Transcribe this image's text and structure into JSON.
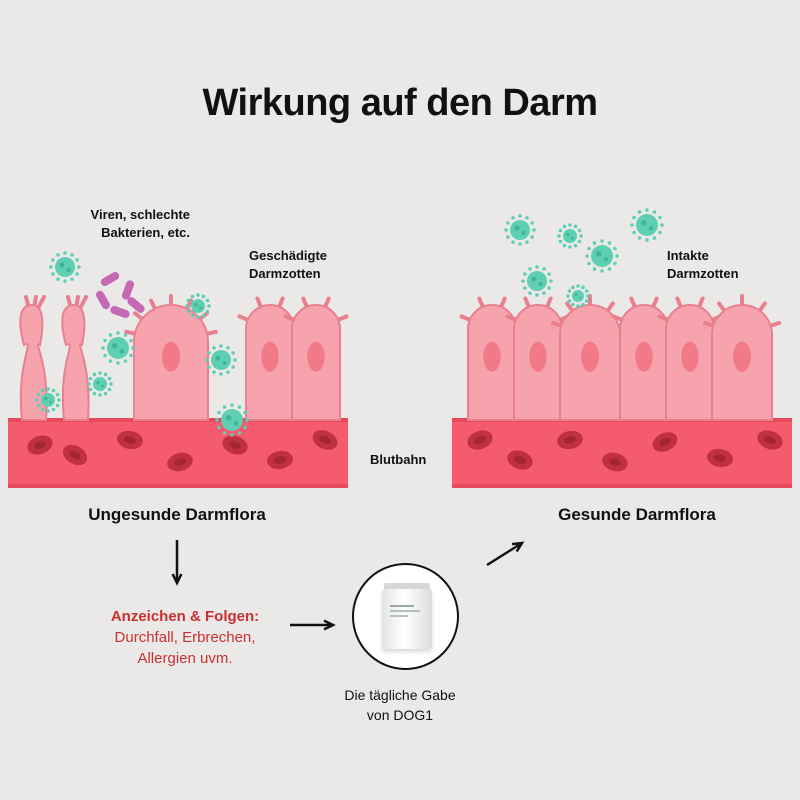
{
  "title": "Wirkung auf den Darm",
  "labels": {
    "pathogens": [
      "Viren, schlechte",
      "Bakterien, etc."
    ],
    "damaged_villi": [
      "Geschädigte",
      "Darmzotten"
    ],
    "intact_villi": [
      "Intakte",
      "Darmzotten"
    ],
    "bloodstream": "Blutbahn"
  },
  "captions": {
    "unhealthy": "Ungesunde Darmflora",
    "healthy": "Gesunde Darmflora"
  },
  "signs": {
    "heading": "Anzeichen & Folgen:",
    "lines": [
      "Durchfall, Erbrechen,",
      "Allergien uvm."
    ]
  },
  "product": {
    "lines": [
      "Die tägliche Gabe",
      "von DOG1"
    ]
  },
  "colors": {
    "background": "#ebe9e7",
    "villus": "#f7a3ad",
    "villus_outline": "#e9808f",
    "villus_nucleus": "#f27a88",
    "blood": "#f45b6d",
    "blood_cell": "#c0303f",
    "virus": "#5ecfb3",
    "bacteria": "#c568b5",
    "warning": "#c83131"
  }
}
